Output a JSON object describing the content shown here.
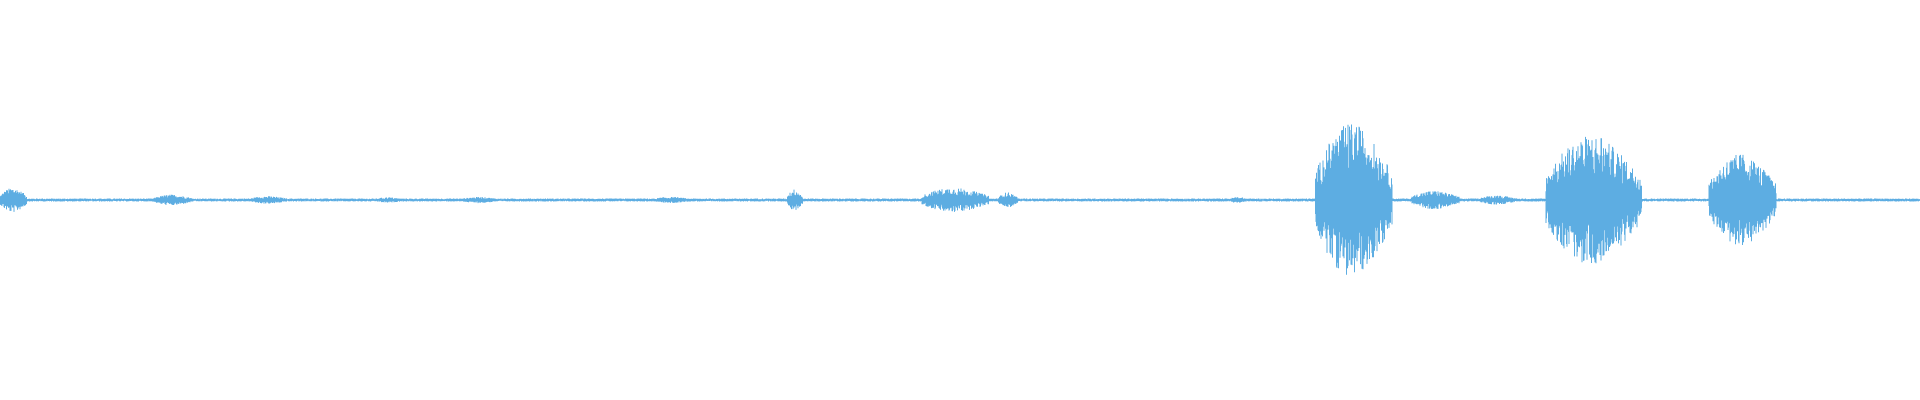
{
  "waveform": {
    "color": "#5DADE2",
    "background": "#ffffff",
    "duration_relative": 1.0,
    "baseline_amplitude": 0.01,
    "segments": [
      {
        "start": 0.0,
        "end": 0.014,
        "amplitude": 0.08
      },
      {
        "start": 0.08,
        "end": 0.1,
        "amplitude": 0.035
      },
      {
        "start": 0.13,
        "end": 0.15,
        "amplitude": 0.025
      },
      {
        "start": 0.195,
        "end": 0.21,
        "amplitude": 0.018
      },
      {
        "start": 0.24,
        "end": 0.26,
        "amplitude": 0.02
      },
      {
        "start": 0.34,
        "end": 0.36,
        "amplitude": 0.02
      },
      {
        "start": 0.41,
        "end": 0.418,
        "amplitude": 0.07
      },
      {
        "start": 0.48,
        "end": 0.515,
        "amplitude": 0.08
      },
      {
        "start": 0.52,
        "end": 0.53,
        "amplitude": 0.05
      },
      {
        "start": 0.64,
        "end": 0.65,
        "amplitude": 0.02
      },
      {
        "start": 0.685,
        "end": 0.725,
        "amplitude": 0.5
      },
      {
        "start": 0.735,
        "end": 0.76,
        "amplitude": 0.06
      },
      {
        "start": 0.77,
        "end": 0.79,
        "amplitude": 0.03
      },
      {
        "start": 0.805,
        "end": 0.855,
        "amplitude": 0.42
      },
      {
        "start": 0.89,
        "end": 0.925,
        "amplitude": 0.3
      }
    ],
    "peaks": [
      {
        "position": 0.695,
        "amplitude": 0.5
      },
      {
        "position": 0.834,
        "amplitude": 0.45
      },
      {
        "position": 0.898,
        "amplitude": 0.28
      }
    ]
  }
}
